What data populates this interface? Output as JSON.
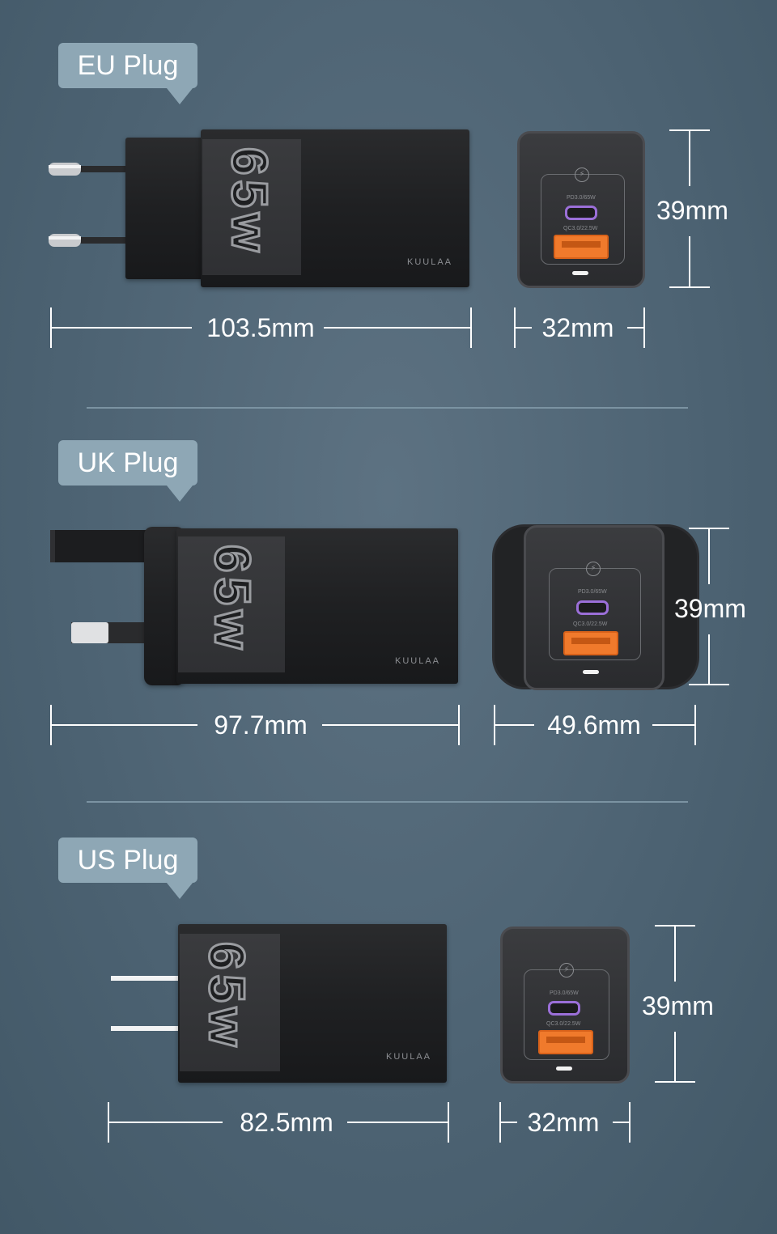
{
  "sections": [
    {
      "tag": "EU Plug",
      "length": "103.5mm",
      "width": "32mm",
      "height": "39mm",
      "wattage": "65w",
      "brand": "KUULAA",
      "port_c_label": "PD3.0/65W",
      "port_a_label": "QC3.0/22.5W"
    },
    {
      "tag": "UK Plug",
      "length": "97.7mm",
      "width": "49.6mm",
      "height": "39mm",
      "wattage": "65w",
      "brand": "KUULAA",
      "port_c_label": "PD3.0/65W",
      "port_a_label": "QC3.0/22.5W"
    },
    {
      "tag": "US Plug",
      "length": "82.5mm",
      "width": "32mm",
      "height": "39mm",
      "wattage": "65w",
      "brand": "KUULAA",
      "port_c_label": "PD3.0/65W",
      "port_a_label": "QC3.0/22.5W"
    }
  ],
  "colors": {
    "background": "#4c6272",
    "tag_background": "#8ea7b5",
    "usb_c_accent": "#9b6fd8",
    "usb_a_accent": "#f07a2c"
  },
  "icons": [
    "bolt-icon"
  ]
}
